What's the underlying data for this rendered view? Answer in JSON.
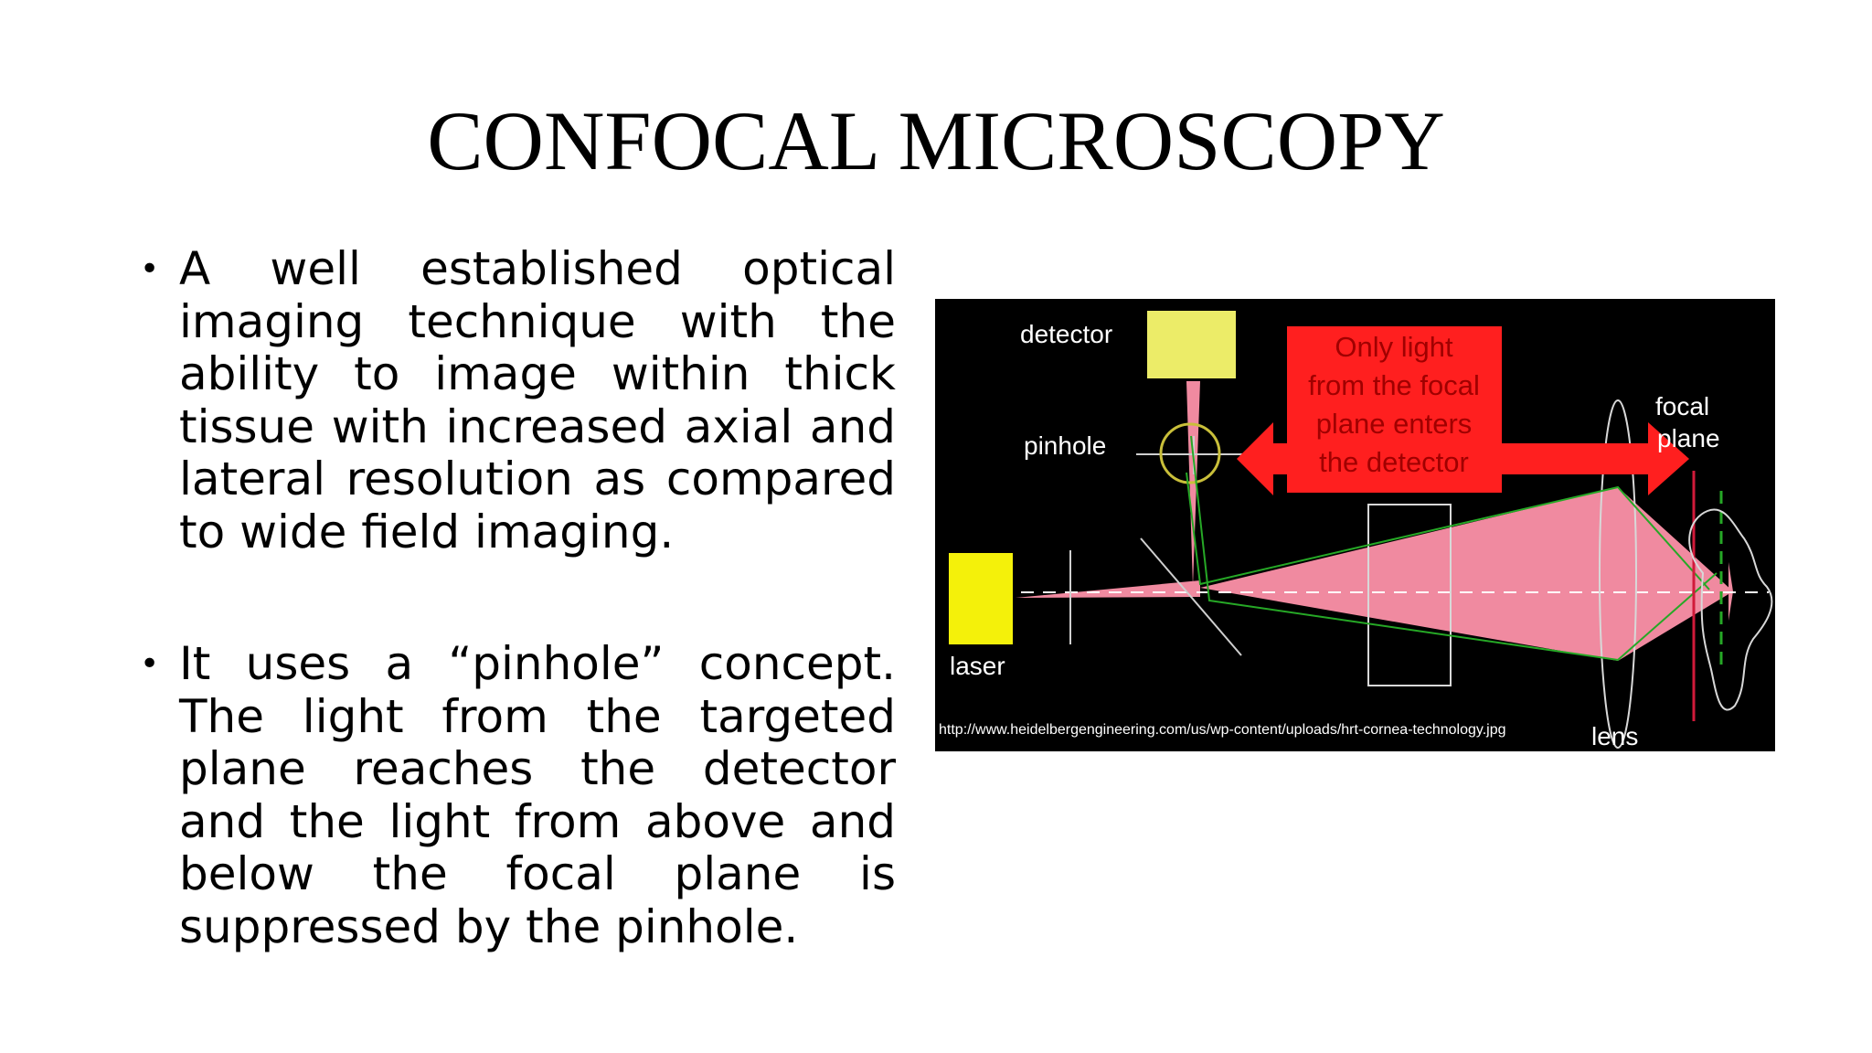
{
  "slide": {
    "title": "CONFOCAL MICROSCOPY",
    "bullets": [
      "A well established optical imaging technique with the ability to image within thick tissue with increased axial and lateral resolution as compared to wide field imaging.",
      "It uses a “pinhole” concept. The light from the targeted plane reaches the detector and the light from above and below the focal plane is suppressed by the pinhole."
    ],
    "bullet_marker": "•"
  },
  "diagram": {
    "labels": {
      "detector": "detector",
      "pinhole": "pinhole",
      "laser": "laser",
      "focal_plane_1": "focal",
      "focal_plane_2": "plane",
      "lens": "lens",
      "callout_1": "Only light",
      "callout_2": "from the focal",
      "callout_3": "plane enters",
      "callout_4": "the detector"
    },
    "source_url": "http://www.heidelbergengineering.com/us/wp-content/uploads/hrt-cornea-technology.jpg",
    "colors": {
      "background": "#000000",
      "detector_box": "#ecec68",
      "laser_box": "#f4f10a",
      "beam": "#f08aa0",
      "arrow": "#ff1f1f",
      "callout_text": "#a00000",
      "green_rays": "#26a826",
      "focal_plane_line": "#d11a3a",
      "label_text": "#ffffff"
    }
  }
}
